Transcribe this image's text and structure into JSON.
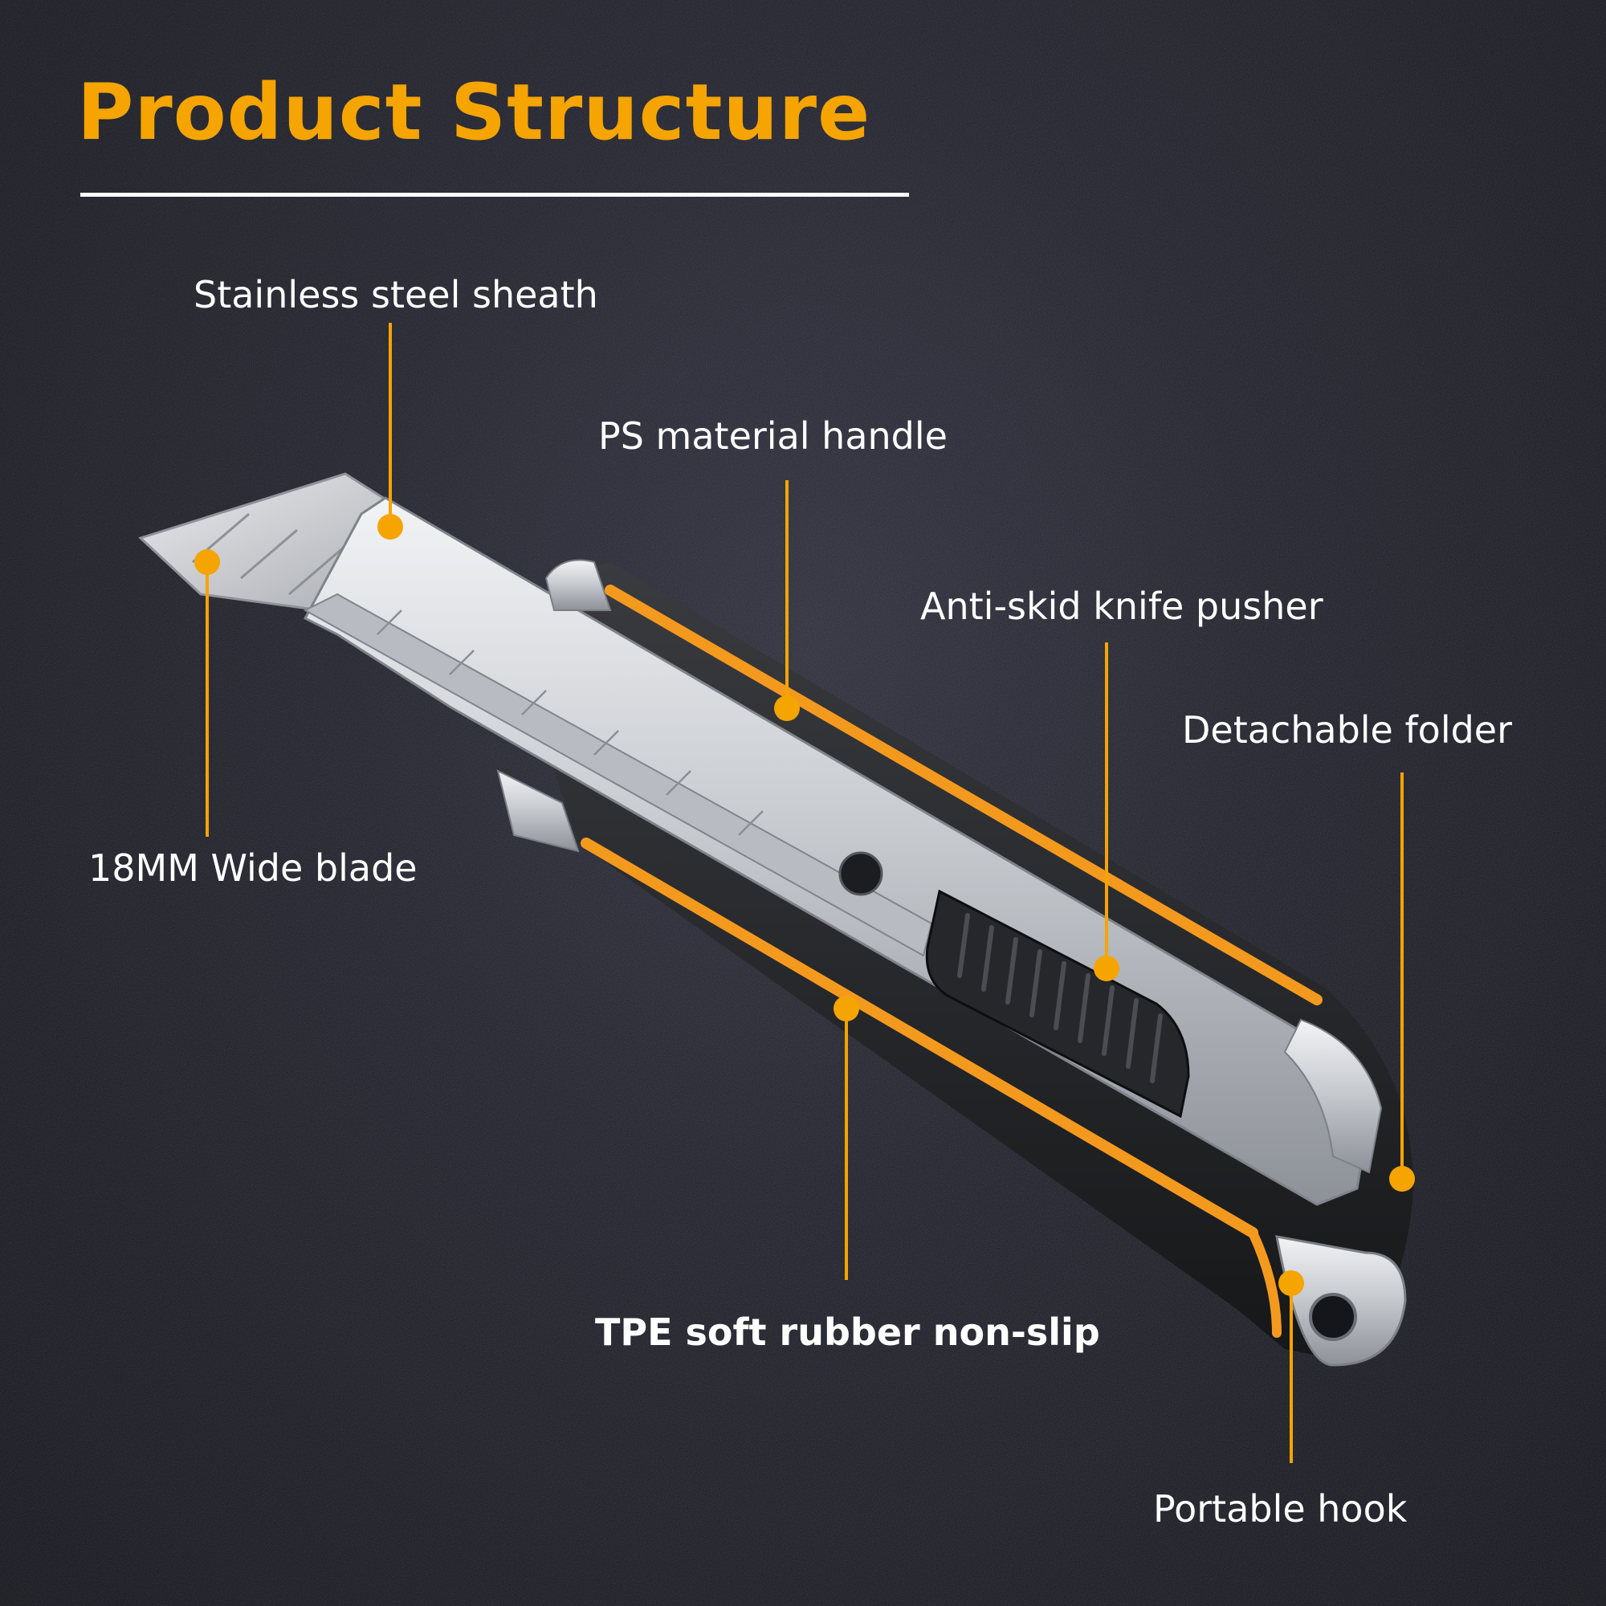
{
  "title": "Product Structure",
  "accent_color": "#f5a400",
  "callouts": {
    "sheath": "Stainless steel sheath",
    "handle": "PS material handle",
    "pusher": "Anti-skid knife pusher",
    "folder": "Detachable folder",
    "blade": "18MM Wide blade",
    "rubber": "TPE soft rubber non-slip",
    "hook": "Portable hook"
  }
}
